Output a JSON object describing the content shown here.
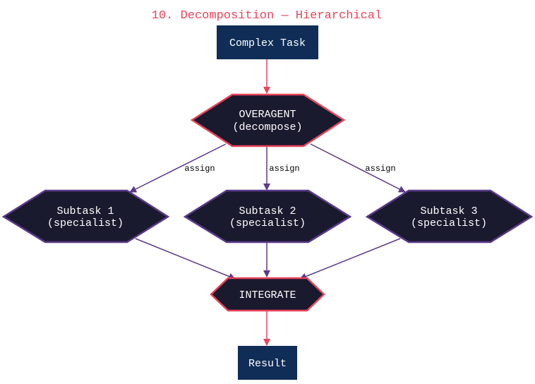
{
  "title": "10. Decomposition — Hierarchical",
  "colors": {
    "accent": "#e8445a",
    "purple": "#5b3a8a",
    "box_fill": "#0f2d57",
    "hex_fill": "#1a1a2e"
  },
  "nodes": {
    "complex_task": "Complex Task",
    "overagent": [
      "OVERAGENT",
      "(decompose)"
    ],
    "subtask1": [
      "Subtask 1",
      "(specialist)"
    ],
    "subtask2": [
      "Subtask 2",
      "(specialist)"
    ],
    "subtask3": [
      "Subtask 3",
      "(specialist)"
    ],
    "integrate": "INTEGRATE",
    "result": "Result"
  },
  "edge_labels": [
    "assign",
    "assign",
    "assign"
  ]
}
